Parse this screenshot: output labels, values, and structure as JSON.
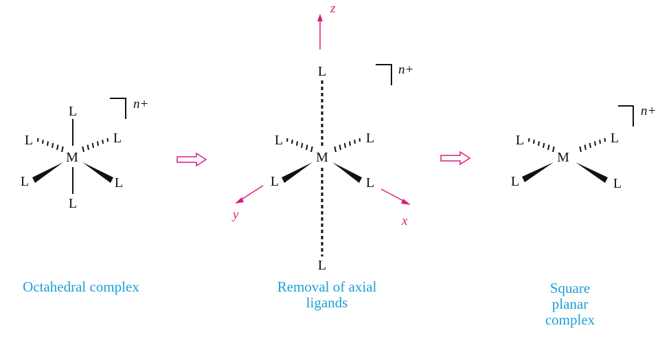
{
  "colors": {
    "bond": "#111111",
    "axis": "#e0197d",
    "caption": "#1aa0d8",
    "arrow": "#e0197d"
  },
  "ligand_label": "L",
  "metal_label": "M",
  "charge_label": "n+",
  "axes": {
    "z": "z",
    "y": "y",
    "x": "x"
  },
  "captions": {
    "octahedral": "Octahedral complex",
    "removal_line1": "Removal of axial",
    "removal_line2": "ligands",
    "square_line1": "Square",
    "square_line2": "planar",
    "square_line3": "complex"
  }
}
